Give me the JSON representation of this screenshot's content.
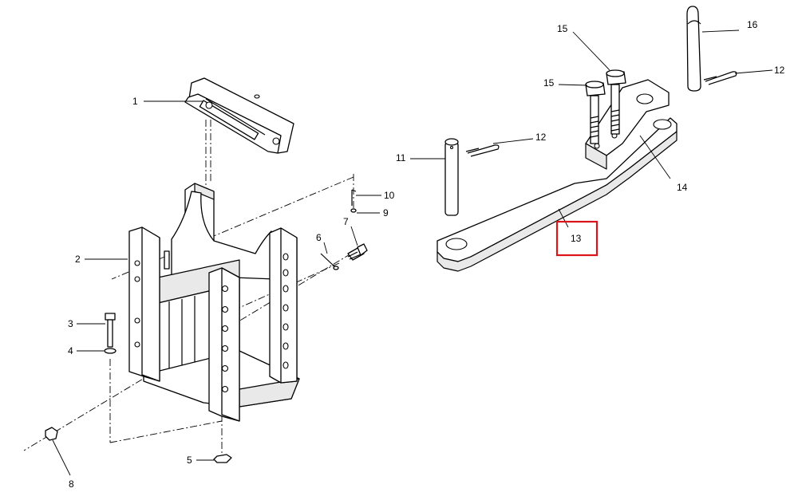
{
  "callouts": [
    {
      "id": "1",
      "label": "1"
    },
    {
      "id": "2",
      "label": "2"
    },
    {
      "id": "3",
      "label": "3"
    },
    {
      "id": "4",
      "label": "4"
    },
    {
      "id": "5",
      "label": "5"
    },
    {
      "id": "6",
      "label": "6"
    },
    {
      "id": "7",
      "label": "7"
    },
    {
      "id": "8",
      "label": "8"
    },
    {
      "id": "9",
      "label": "9"
    },
    {
      "id": "10",
      "label": "10"
    },
    {
      "id": "11",
      "label": "11"
    },
    {
      "id": "12a",
      "label": "12"
    },
    {
      "id": "12b",
      "label": "12"
    },
    {
      "id": "13",
      "label": "13"
    },
    {
      "id": "14",
      "label": "14"
    },
    {
      "id": "15a",
      "label": "15"
    },
    {
      "id": "15b",
      "label": "15"
    },
    {
      "id": "16",
      "label": "16"
    }
  ],
  "highlighted_callout": "13",
  "highlight_color": "#d9141b"
}
